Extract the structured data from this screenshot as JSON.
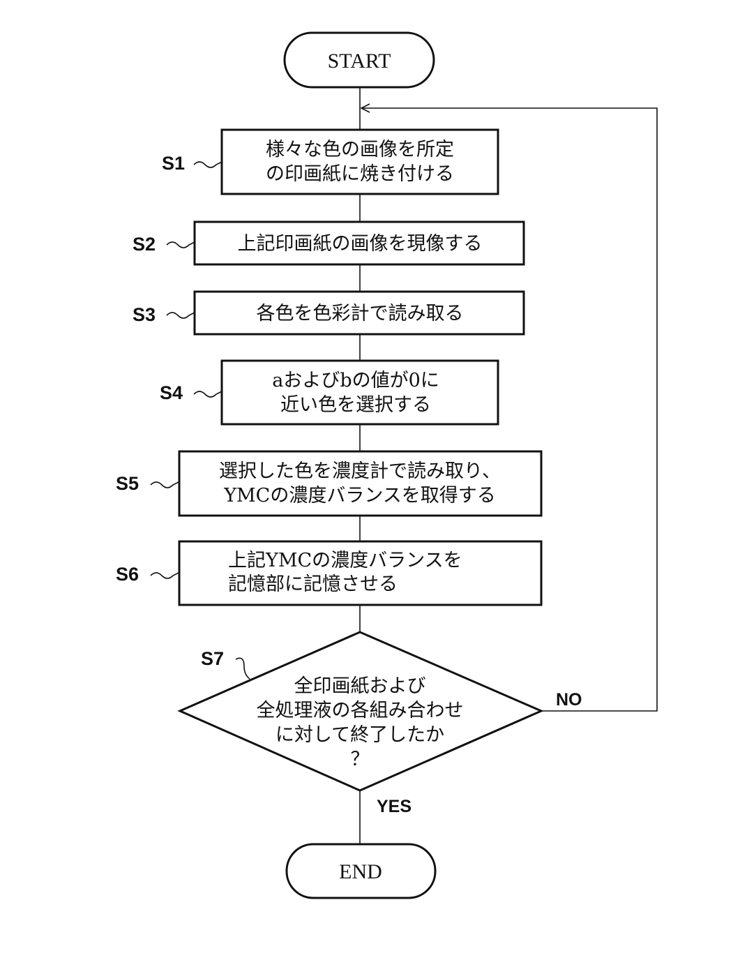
{
  "flowchart": {
    "start": {
      "label": "START"
    },
    "end": {
      "label": "END"
    },
    "steps": [
      {
        "id": "S1",
        "lines": [
          "様々な色の画像を所定",
          "の印画紙に焼き付ける"
        ]
      },
      {
        "id": "S2",
        "lines": [
          "上記印画紙の画像を現像する"
        ]
      },
      {
        "id": "S3",
        "lines": [
          "各色を色彩計で読み取る"
        ]
      },
      {
        "id": "S4",
        "lines": [
          "aおよびbの値が0に",
          "近い色を選択する"
        ]
      },
      {
        "id": "S5",
        "lines": [
          "選択した色を濃度計で読み取り、",
          "YMCの濃度バランスを取得する"
        ]
      },
      {
        "id": "S6",
        "lines": [
          "上記YMCの濃度バランスを",
          "記憶部に記憶させる"
        ]
      }
    ],
    "decision": {
      "id": "S7",
      "lines": [
        "全印画紙および",
        "全処理液の各組み合わせ",
        "に対して終了したか",
        "？"
      ],
      "yes_label": "YES",
      "no_label": "NO"
    }
  }
}
